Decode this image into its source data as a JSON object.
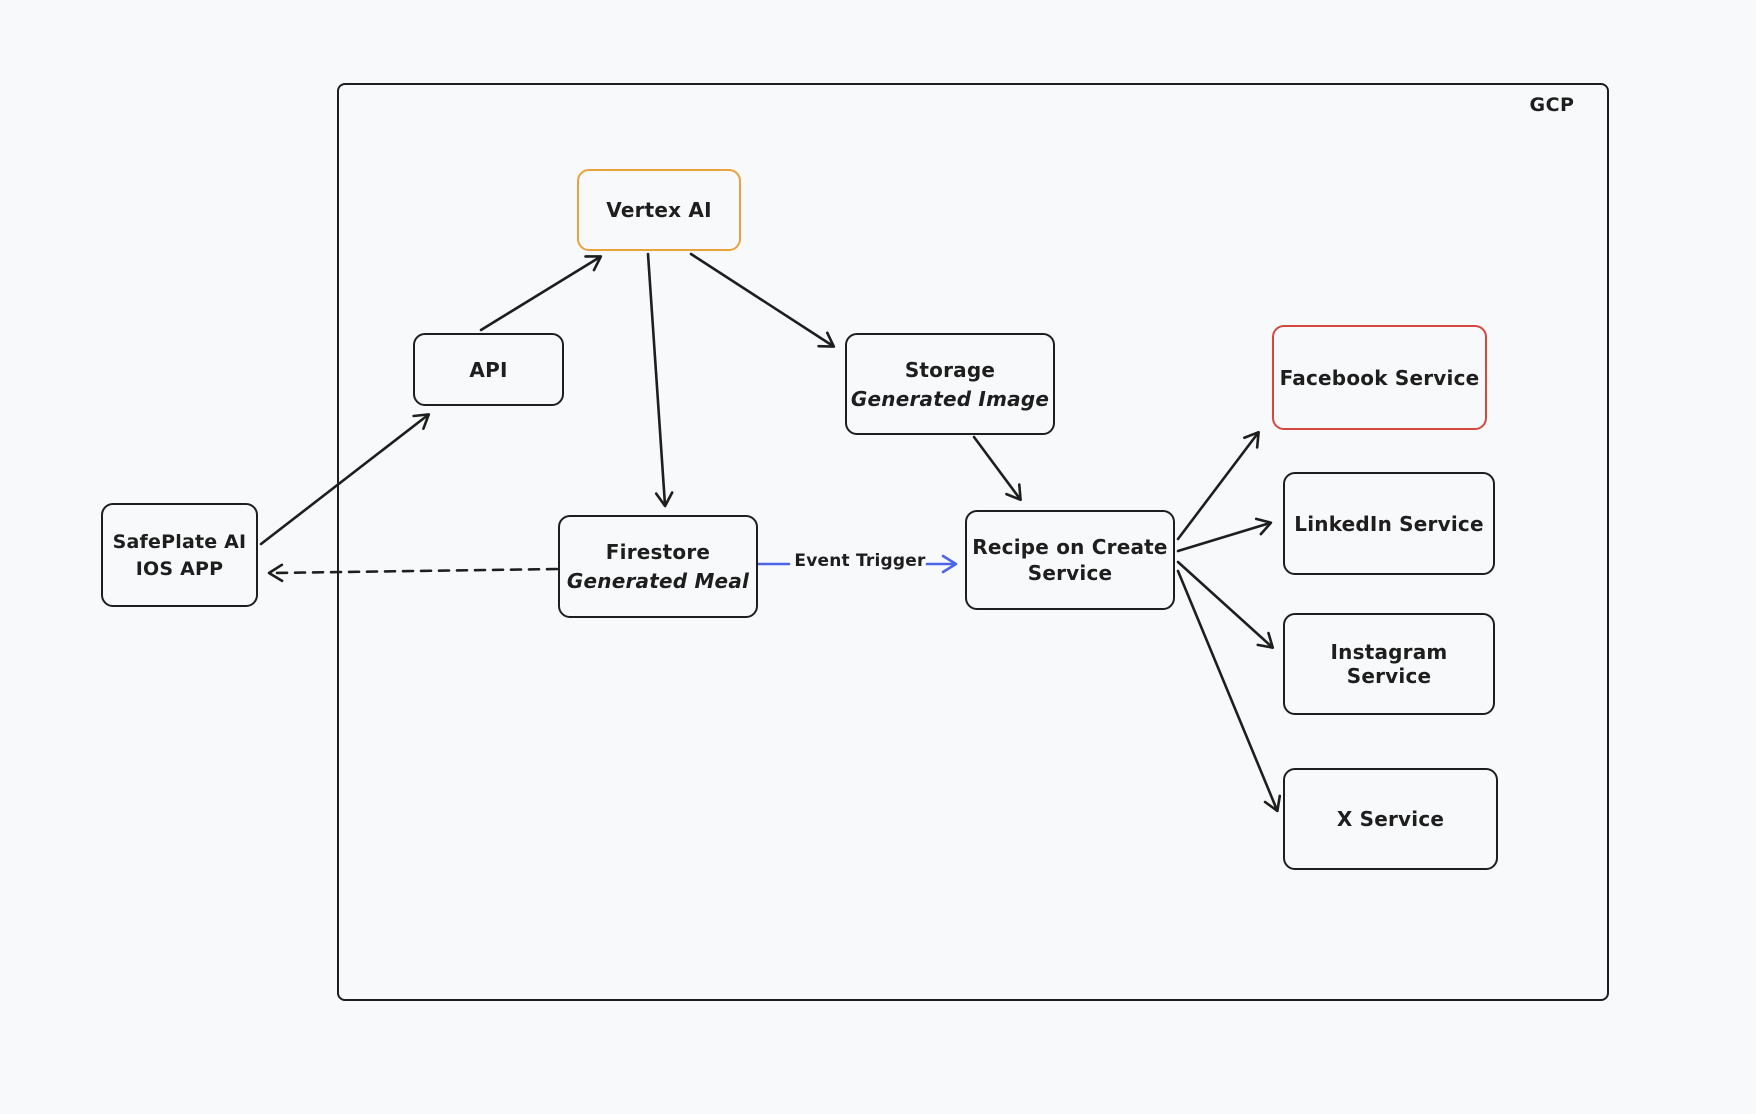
{
  "diagram": {
    "container_label": "GCP",
    "nodes": {
      "safeplate": {
        "line1": "SafePlate AI",
        "line2": "IOS APP"
      },
      "api": {
        "line1": "API"
      },
      "vertex": {
        "line1": "Vertex AI"
      },
      "storage": {
        "line1": "Storage",
        "line2": "Generated Image"
      },
      "firestore": {
        "line1": "Firestore",
        "line2": "Generated Meal"
      },
      "recipe": {
        "line1": "Recipe on Create",
        "line2": "Service"
      },
      "facebook": {
        "line1": "Facebook Service"
      },
      "linkedin": {
        "line1": "LinkedIn Service"
      },
      "instagram": {
        "line1": "Instagram Service"
      },
      "x": {
        "line1": "X Service"
      }
    },
    "edge_labels": {
      "event_trigger": "Event Trigger"
    },
    "edges": [
      {
        "from": "SafePlate AI IOS APP",
        "to": "API",
        "style": "solid-arrow"
      },
      {
        "from": "API",
        "to": "Vertex AI",
        "style": "solid-arrow"
      },
      {
        "from": "Vertex AI",
        "to": "Firestore Generated Meal",
        "style": "solid-arrow"
      },
      {
        "from": "Vertex AI",
        "to": "Storage Generated Image",
        "style": "solid-arrow"
      },
      {
        "from": "Storage Generated Image",
        "to": "Recipe on Create Service",
        "style": "solid-arrow"
      },
      {
        "from": "Firestore Generated Meal",
        "to": "SafePlate AI IOS APP",
        "style": "dashed-arrow"
      },
      {
        "from": "Firestore Generated Meal",
        "to": "Recipe on Create Service",
        "style": "solid-arrow-blue",
        "label": "Event Trigger"
      },
      {
        "from": "Recipe on Create Service",
        "to": "Facebook Service",
        "style": "solid-arrow"
      },
      {
        "from": "Recipe on Create Service",
        "to": "LinkedIn Service",
        "style": "solid-arrow"
      },
      {
        "from": "Recipe on Create Service",
        "to": "Instagram Service",
        "style": "solid-arrow"
      },
      {
        "from": "Recipe on Create Service",
        "to": "X Service",
        "style": "solid-arrow"
      }
    ],
    "colors": {
      "background": "#f8f9fa",
      "ink": "#1e1e1e",
      "vertex_border": "#e9a23d",
      "facebook_border": "#d4483e",
      "event_arrow_blue": "#4a65e8"
    }
  }
}
